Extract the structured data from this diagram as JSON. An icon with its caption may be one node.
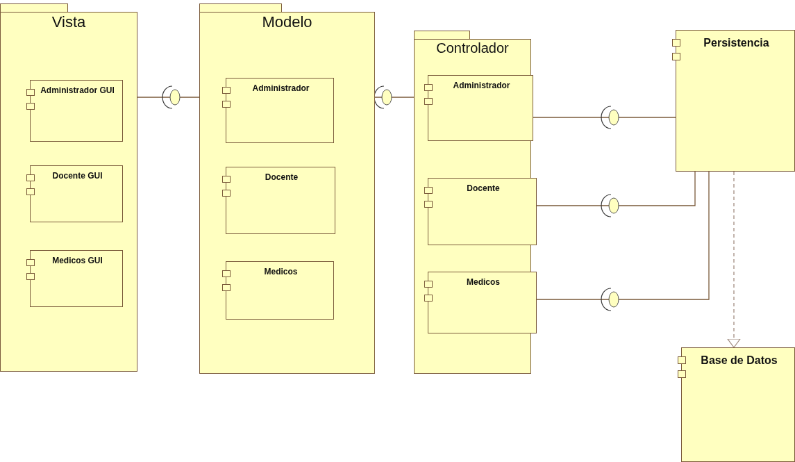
{
  "diagram": {
    "nodes": [
      {
        "text": [
          "Vista"
        ]
      },
      {
        "text": [
          "Administrador GUI"
        ],
        "in": 0
      },
      {
        "text": [
          "Docente GUI"
        ],
        "in": 0
      },
      {
        "text": [
          "Medicos GUI"
        ],
        "in": 0
      },
      {
        "text": [
          "Modelo"
        ]
      },
      {
        "text": [
          "Administrador"
        ],
        "in": 4
      },
      {
        "text": [
          "Docente"
        ],
        "in": 4
      },
      {
        "text": [
          "Medicos"
        ],
        "in": 4
      },
      {
        "text": [
          "Controlador"
        ]
      },
      {
        "text": [
          "Administrador"
        ],
        "in": 8
      },
      {
        "text": [
          "Docente"
        ],
        "in": 8
      },
      {
        "text": [
          "Medicos"
        ],
        "in": 8
      },
      {
        "text": [
          "Persistencia"
        ]
      },
      {
        "text": [
          "Base de Datos"
        ]
      }
    ],
    "edges": [
      {
        "from": 0,
        "to": 4,
        "arrow": "none"
      },
      {
        "from": 4,
        "to": 8,
        "arrow": "none"
      },
      {
        "from": 9,
        "to": 12,
        "arrow": "none"
      },
      {
        "from": 10,
        "to": 12,
        "arrow": "none"
      },
      {
        "from": 11,
        "to": 12,
        "arrow": "none"
      },
      {
        "from": 12,
        "to": 13,
        "arrow": "to",
        "style": "dashed",
        "color": "#a08c80"
      }
    ]
  }
}
